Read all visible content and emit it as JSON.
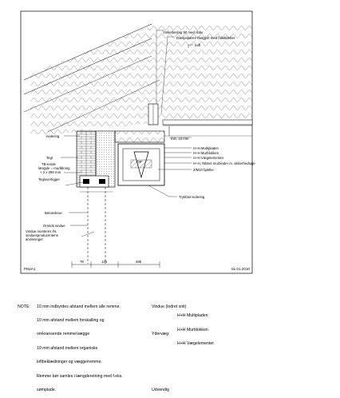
{
  "drawing": {
    "callouts_top": {
      "angle_fitting": "Vinkelbeslag 90 med ribbe",
      "vapour_barrier": "Dampspærre fastgjort med folieklæber",
      "loft": "Loft"
    },
    "callouts_left": {
      "insulation": "Isolering",
      "tile": "Tegl",
      "mortar_line1": "TB-rende",
      "mortar_line2": "længde = muråbning",
      "mortar_line3": "+ 2 x 260 mm",
      "tile_lifter": "Teglovertigger",
      "concrete": "Betonskrue",
      "window_frame": "Omrids vindue",
      "window_note_line1": "Vindue monteres iht.",
      "window_note_line2": "vinduesproducentens",
      "window_note_line3": "anvisninger"
    },
    "callouts_right": {
      "min_dim": "min. 10 mm",
      "multiplate": "H+H Multipladen",
      "murblock": "H+H Murblokken",
      "vaegelement": "H+H Vægelementet",
      "h_line": "H+H, Ribbet murbinder m. sikkerhedsøje",
      "screw": "2/M10 bjælke",
      "pressure_insulation": "Trykfast isolering"
    },
    "op_label": "OP",
    "dimensions": [
      "78",
      "125",
      "285"
    ],
    "drawing_id": "P8UA1",
    "date": "01.01.2010"
  },
  "notes": {
    "heading": "NOTE:",
    "lines": [
      "10 mm indbyrdes afstand mellem alle remme.",
      "10 mm afstand mellem forskalling og",
      "omkransende remme/vægge",
      "10 mm afstand mellem organiske",
      "loftbeklædninger og vægge/remme.",
      "Remme bør samles i længderetning med f.eks.",
      "sømplade."
    ]
  },
  "window_section": {
    "title": "Vindue (lodret snit)",
    "outer_wall_label": "Ydervæg:",
    "products": [
      "H+H Multipladen",
      "H+H Murblokken",
      "H+H Vægelementet"
    ],
    "outer_label": "Udvendig"
  }
}
